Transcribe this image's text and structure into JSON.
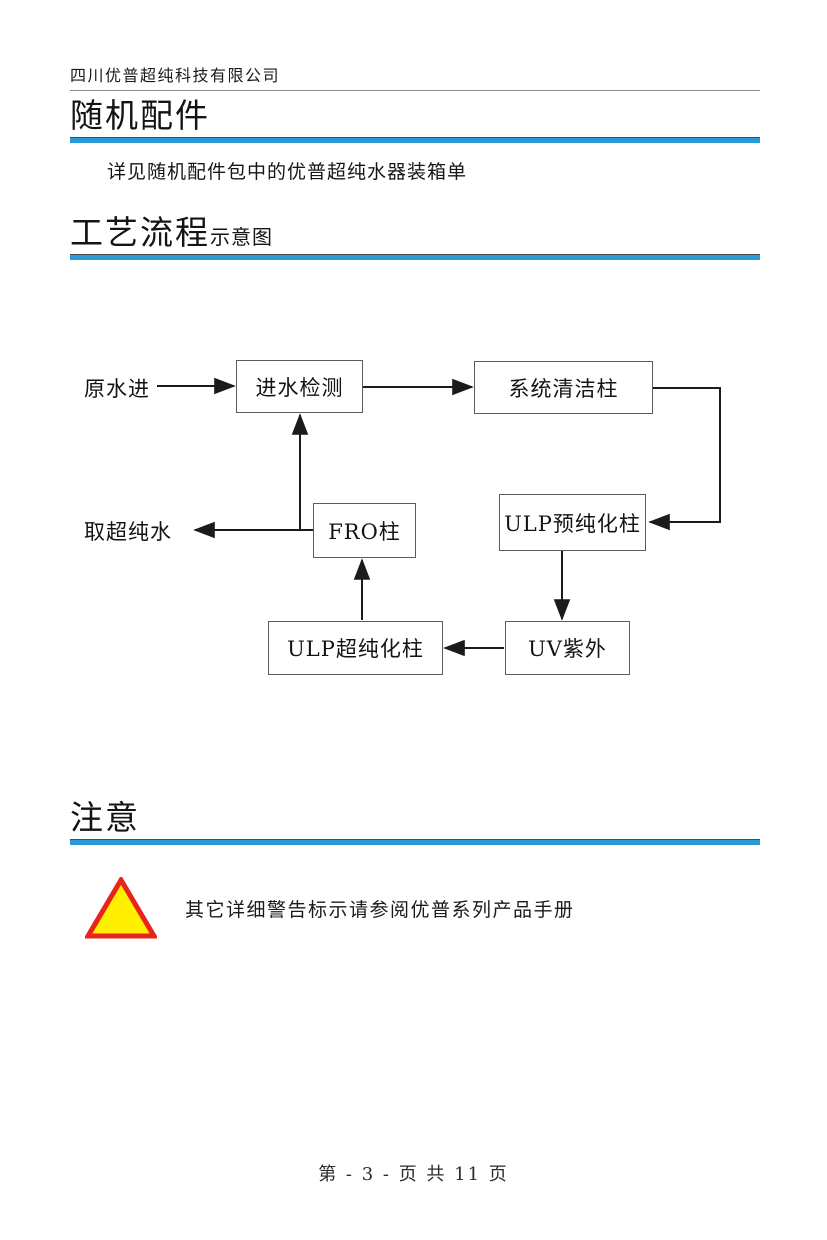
{
  "document": {
    "company_header": "四川优普超纯科技有限公司",
    "accent_color": "#2a9ad6",
    "warning_fill_color": "#ffef00",
    "warning_stroke_color": "#e8241c"
  },
  "sections": {
    "accessories": {
      "title": "随机配件",
      "note": "详见随机配件包中的优普超纯水器装箱单"
    },
    "process": {
      "title": "工艺流程",
      "subtitle": "示意图"
    },
    "notice": {
      "title": "注意",
      "text": "其它详细警告标示请参阅优普系列产品手册"
    }
  },
  "flowchart": {
    "labels": {
      "raw_water_in": "原水进",
      "get_ultrapure_water": "取超纯水"
    },
    "boxes": [
      {
        "id": "inlet-test",
        "label": "进水检测"
      },
      {
        "id": "clean-col",
        "label": "系统清洁柱"
      },
      {
        "id": "fro",
        "label": "FRO柱"
      },
      {
        "id": "ulp-pre",
        "label": "ULP预纯化柱"
      },
      {
        "id": "ulp-ultra",
        "label": "ULP超纯化柱"
      },
      {
        "id": "uv",
        "label": "UV紫外"
      }
    ]
  },
  "footer": {
    "page_text": "第 - 3 - 页  共 11 页"
  }
}
